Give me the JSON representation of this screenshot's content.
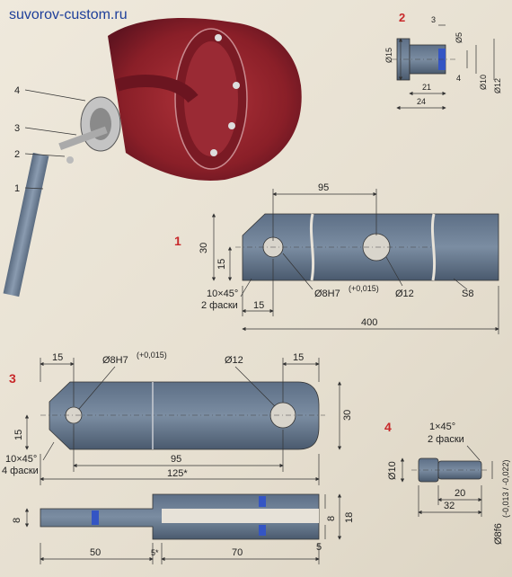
{
  "header": {
    "site": "suvorov-custom.ru"
  },
  "photo": {
    "callouts": [
      "4",
      "3",
      "2",
      "1"
    ]
  },
  "fig1": {
    "number": "1",
    "dims": {
      "d95": "95",
      "d30": "30",
      "d15v": "15",
      "d15h": "15",
      "d400": "400"
    },
    "chamfer": "10×45°",
    "chamfer_note": "2 фаски",
    "hole_small": "Ø8H7",
    "hole_small_tol": "(+0,015)",
    "hole_large": "Ø12",
    "stock": "S8"
  },
  "fig2": {
    "number": "2",
    "dims": {
      "d3": "3",
      "d5": "Ø5",
      "d15": "Ø15",
      "d4": "4",
      "d10": "Ø10",
      "d12": "Ø12",
      "d21": "21",
      "d24": "24"
    }
  },
  "fig3": {
    "number": "3",
    "dims": {
      "d15a": "15",
      "d15b": "15",
      "d30": "30",
      "d15v": "15",
      "d95": "95",
      "d125": "125*",
      "d8": "8",
      "d18": "18",
      "d8b": "8",
      "d5": "5",
      "d50": "50",
      "d5s": "5*",
      "d70": "70"
    },
    "hole_small": "Ø8H7",
    "hole_small_tol": "(+0,015)",
    "hole_large": "Ø12",
    "chamfer": "10×45°",
    "chamfer_note": "4 фаски"
  },
  "fig4": {
    "number": "4",
    "chamfer": "1×45°",
    "chamfer_note": "2 фаски",
    "dims": {
      "d10": "Ø10",
      "d20": "20",
      "d32": "32"
    },
    "fit": "Ø8f6",
    "fit_tol": "(-0,013 / -0,022)"
  }
}
